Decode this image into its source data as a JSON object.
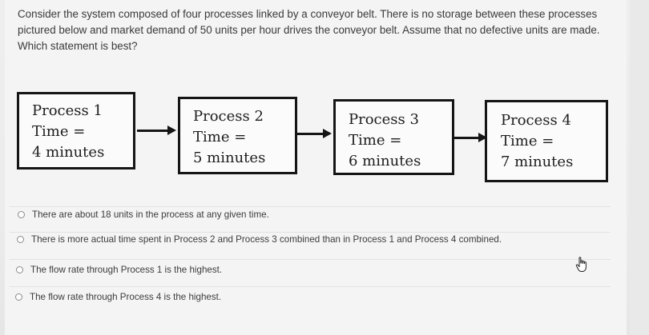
{
  "question": "Consider the system composed of four processes linked by a conveyor belt. There is no storage between these processes pictured below and market demand of 50 units per hour drives the conveyor belt. Assume that no defective units are made. Which statement is best?",
  "processes": [
    {
      "name": "Process 1",
      "time_label": "Time =",
      "time_value": "4 minutes"
    },
    {
      "name": "Process 2",
      "time_label": "Time =",
      "time_value": "5 minutes"
    },
    {
      "name": "Process 3",
      "time_label": "Time =",
      "time_value": "6 minutes"
    },
    {
      "name": "Process 4",
      "time_label": "Time =",
      "time_value": "7 minutes"
    }
  ],
  "options": [
    "There are about 18 units in the process at any given time.",
    "There is more actual time spent in Process 2 and Process 3 combined than in Process 1 and Process 4 combined.",
    "The flow rate through Process 1 is the highest.",
    "The flow rate through Process 4 is the highest."
  ],
  "icons": {
    "radio": "radio-unselected-icon",
    "cursor": "hand-pointer-icon"
  }
}
